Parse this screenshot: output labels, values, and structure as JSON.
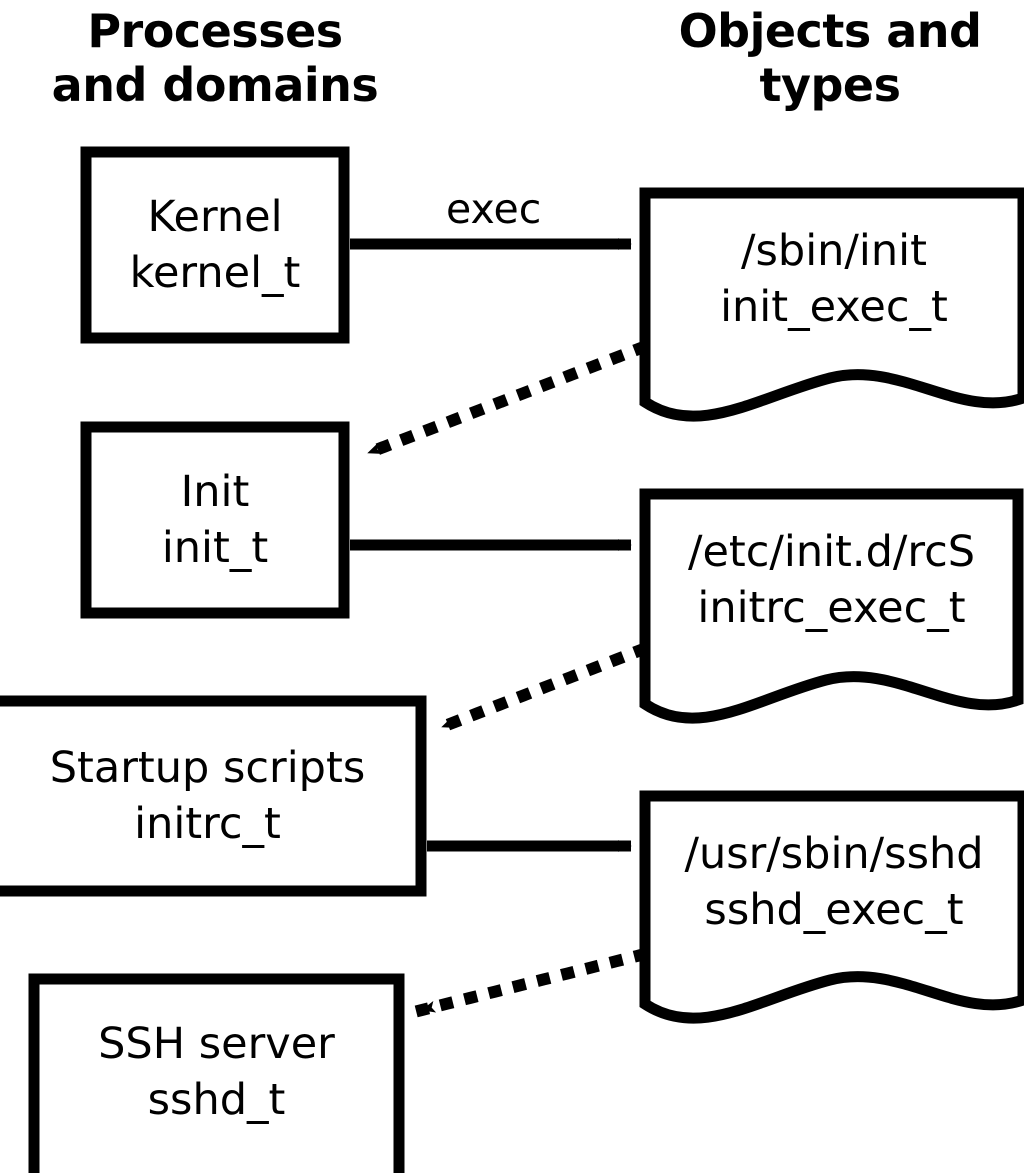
{
  "columns": {
    "left_header": "Processes\nand domains",
    "right_header": "Objects and\ntypes"
  },
  "colors": {
    "stroke": "#000000",
    "background": "#ffffff",
    "text": "#000000"
  },
  "processes": [
    {
      "id": "kernel",
      "title": "Kernel",
      "type": "kernel_t"
    },
    {
      "id": "init",
      "title": "Init",
      "type": "init_t"
    },
    {
      "id": "initrc",
      "title": "Startup scripts",
      "type": "initrc_t"
    },
    {
      "id": "sshd",
      "title": "SSH server",
      "type": "sshd_t"
    }
  ],
  "objects": [
    {
      "id": "init_exec",
      "path": "/sbin/init",
      "type": "init_exec_t"
    },
    {
      "id": "initrc_exec",
      "path": "/etc/init.d/rcS",
      "type": "initrc_exec_t"
    },
    {
      "id": "sshd_exec",
      "path": "/usr/sbin/sshd",
      "type": "sshd_exec_t"
    }
  ],
  "edges": [
    {
      "id": "kernel-exec-init",
      "from": "kernel",
      "to": "init_exec",
      "label": "exec",
      "style": "solid"
    },
    {
      "id": "init_exec-to-init",
      "from": "init_exec",
      "to": "init",
      "label": "",
      "style": "dotted"
    },
    {
      "id": "init-exec-initrc",
      "from": "init",
      "to": "initrc_exec",
      "label": "",
      "style": "solid"
    },
    {
      "id": "initrc_exec-to-initrc",
      "from": "initrc_exec",
      "to": "initrc",
      "label": "",
      "style": "dotted"
    },
    {
      "id": "initrc-exec-sshd",
      "from": "initrc",
      "to": "sshd_exec",
      "label": "",
      "style": "solid"
    },
    {
      "id": "sshd_exec-to-sshd",
      "from": "sshd_exec",
      "to": "sshd",
      "label": "",
      "style": "dotted"
    }
  ]
}
